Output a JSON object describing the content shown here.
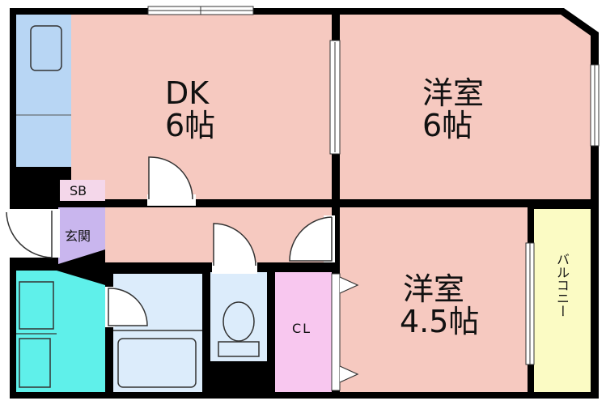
{
  "rooms": {
    "dk": {
      "name": "DK",
      "size": "6帖"
    },
    "western_1": {
      "name": "洋室",
      "size": "6帖"
    },
    "western_2": {
      "name": "洋室",
      "size": "4.5帖"
    },
    "shoe_box": "SB",
    "entrance": "玄関",
    "closet": "CL",
    "balcony": "バルコニー"
  },
  "colors": {
    "room": "#f6c9c0",
    "kitchen": "#b8d6f4",
    "bath": "#dcecfb",
    "washroom": "#5ff0ea",
    "entrance": "#c9b6ee",
    "closet": "#f8c7ef",
    "balcony": "#fbfbc4",
    "shoe_box": "#f4d7ea",
    "wall": "#000000"
  }
}
